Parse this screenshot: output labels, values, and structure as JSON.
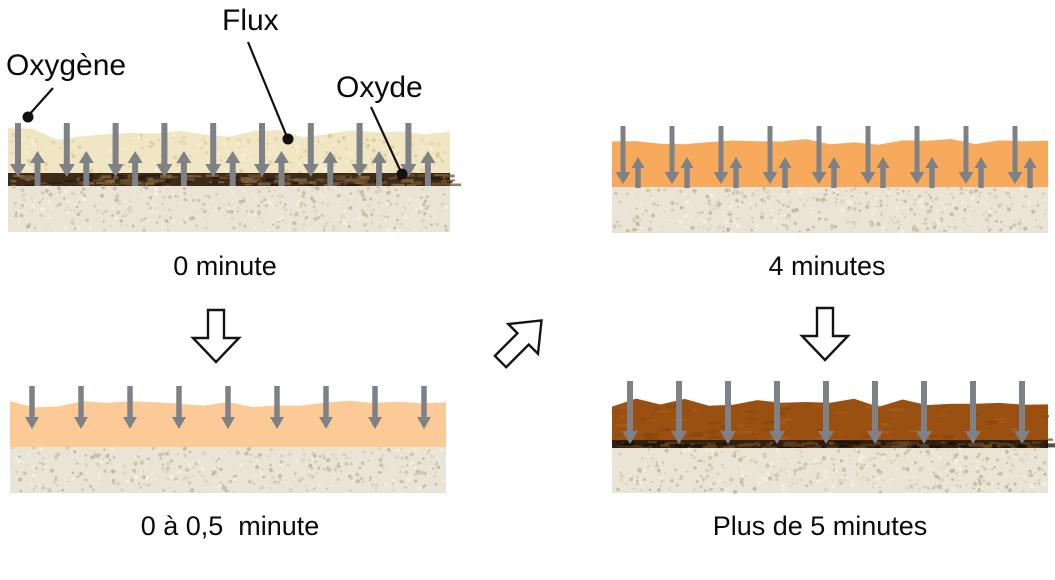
{
  "figure": {
    "type": "process-diagram",
    "language": "fr"
  },
  "annotations": {
    "oxygen_label": "Oxygène",
    "flux_label": "Flux",
    "oxide_label": "Oxyde"
  },
  "panels": [
    {
      "id": "minute-0",
      "caption": "0 minute",
      "down_arrows": 9,
      "up_arrows": 9,
      "layers": [
        "flux_cream",
        "oxide_dark",
        "substrate"
      ]
    },
    {
      "id": "minutes-4",
      "caption": "4 minutes",
      "down_arrows": 9,
      "up_arrows": 9,
      "layers": [
        "flux_heated_orange",
        "substrate"
      ]
    },
    {
      "id": "minutes-0-05",
      "caption": "0 à 0,5  minute",
      "down_arrows": 9,
      "up_arrows": 0,
      "layers": [
        "flux_early_peach",
        "substrate"
      ]
    },
    {
      "id": "minutes-5-plus",
      "caption": "Plus de 5 minutes",
      "down_arrows": 9,
      "up_arrows": 0,
      "layers": [
        "flux_burnt_brown",
        "oxide_band_dark",
        "substrate"
      ]
    }
  ],
  "flow_arrows": [
    {
      "icon": "hollow-down-arrow",
      "between": [
        "0 minute",
        "0 à 0,5  minute"
      ]
    },
    {
      "icon": "hollow-up-right-arrow",
      "between": [
        "0 à 0,5  minute",
        "4 minutes"
      ]
    },
    {
      "icon": "hollow-down-arrow",
      "between": [
        "4 minutes",
        "Plus de 5 minutes"
      ]
    }
  ],
  "colors": {
    "flux_cream": "#f1e6c3",
    "oxide_dark": "#3c2b19",
    "oxide_band_dark": "#30200f",
    "substrate": "#e9e4d6",
    "flux_heated_orange": "#f7a95c",
    "flux_early_peach": "#fcca97",
    "flux_burnt_brown": "#9a5011",
    "arrow_gray": "#7e8286",
    "text_black": "#0a0a0a"
  }
}
